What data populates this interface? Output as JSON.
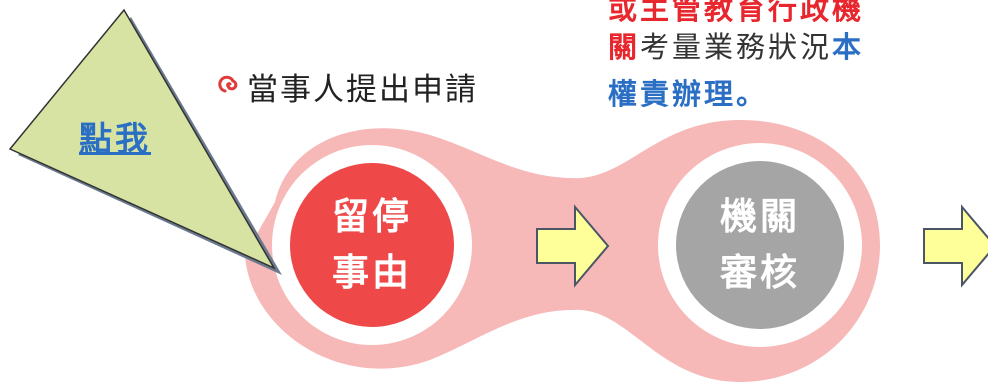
{
  "colors": {
    "halo": "#f7b8b8",
    "step1_fill": "#ee4848",
    "step2_fill": "#a5a5a5",
    "arrow_fill": "#ffff99",
    "arrow_stroke": "#4a5566",
    "callout_fill": "#d6e3a3",
    "callout_stroke": "#333333",
    "callout_shadow": "#6b7a8f",
    "red_text": "#e8262d",
    "blue_text": "#2b6fc4",
    "body_text": "#333333",
    "bullet": "#e03a3a"
  },
  "top_note": {
    "line1": "或主管教育行政機",
    "line2_red": "關",
    "line2_rest": "考量業務狀況",
    "line2_blue": "本",
    "line3": "權責辦理。"
  },
  "applicant_label": "當事人提出申請",
  "callout": {
    "link_text": "點我"
  },
  "steps": [
    {
      "line1": "留停",
      "line2": "事由"
    },
    {
      "line1": "機關",
      "line2": "審核"
    }
  ],
  "icons": {
    "bullet": "spiral-bullet-icon",
    "arrow": "right-arrow-icon"
  }
}
